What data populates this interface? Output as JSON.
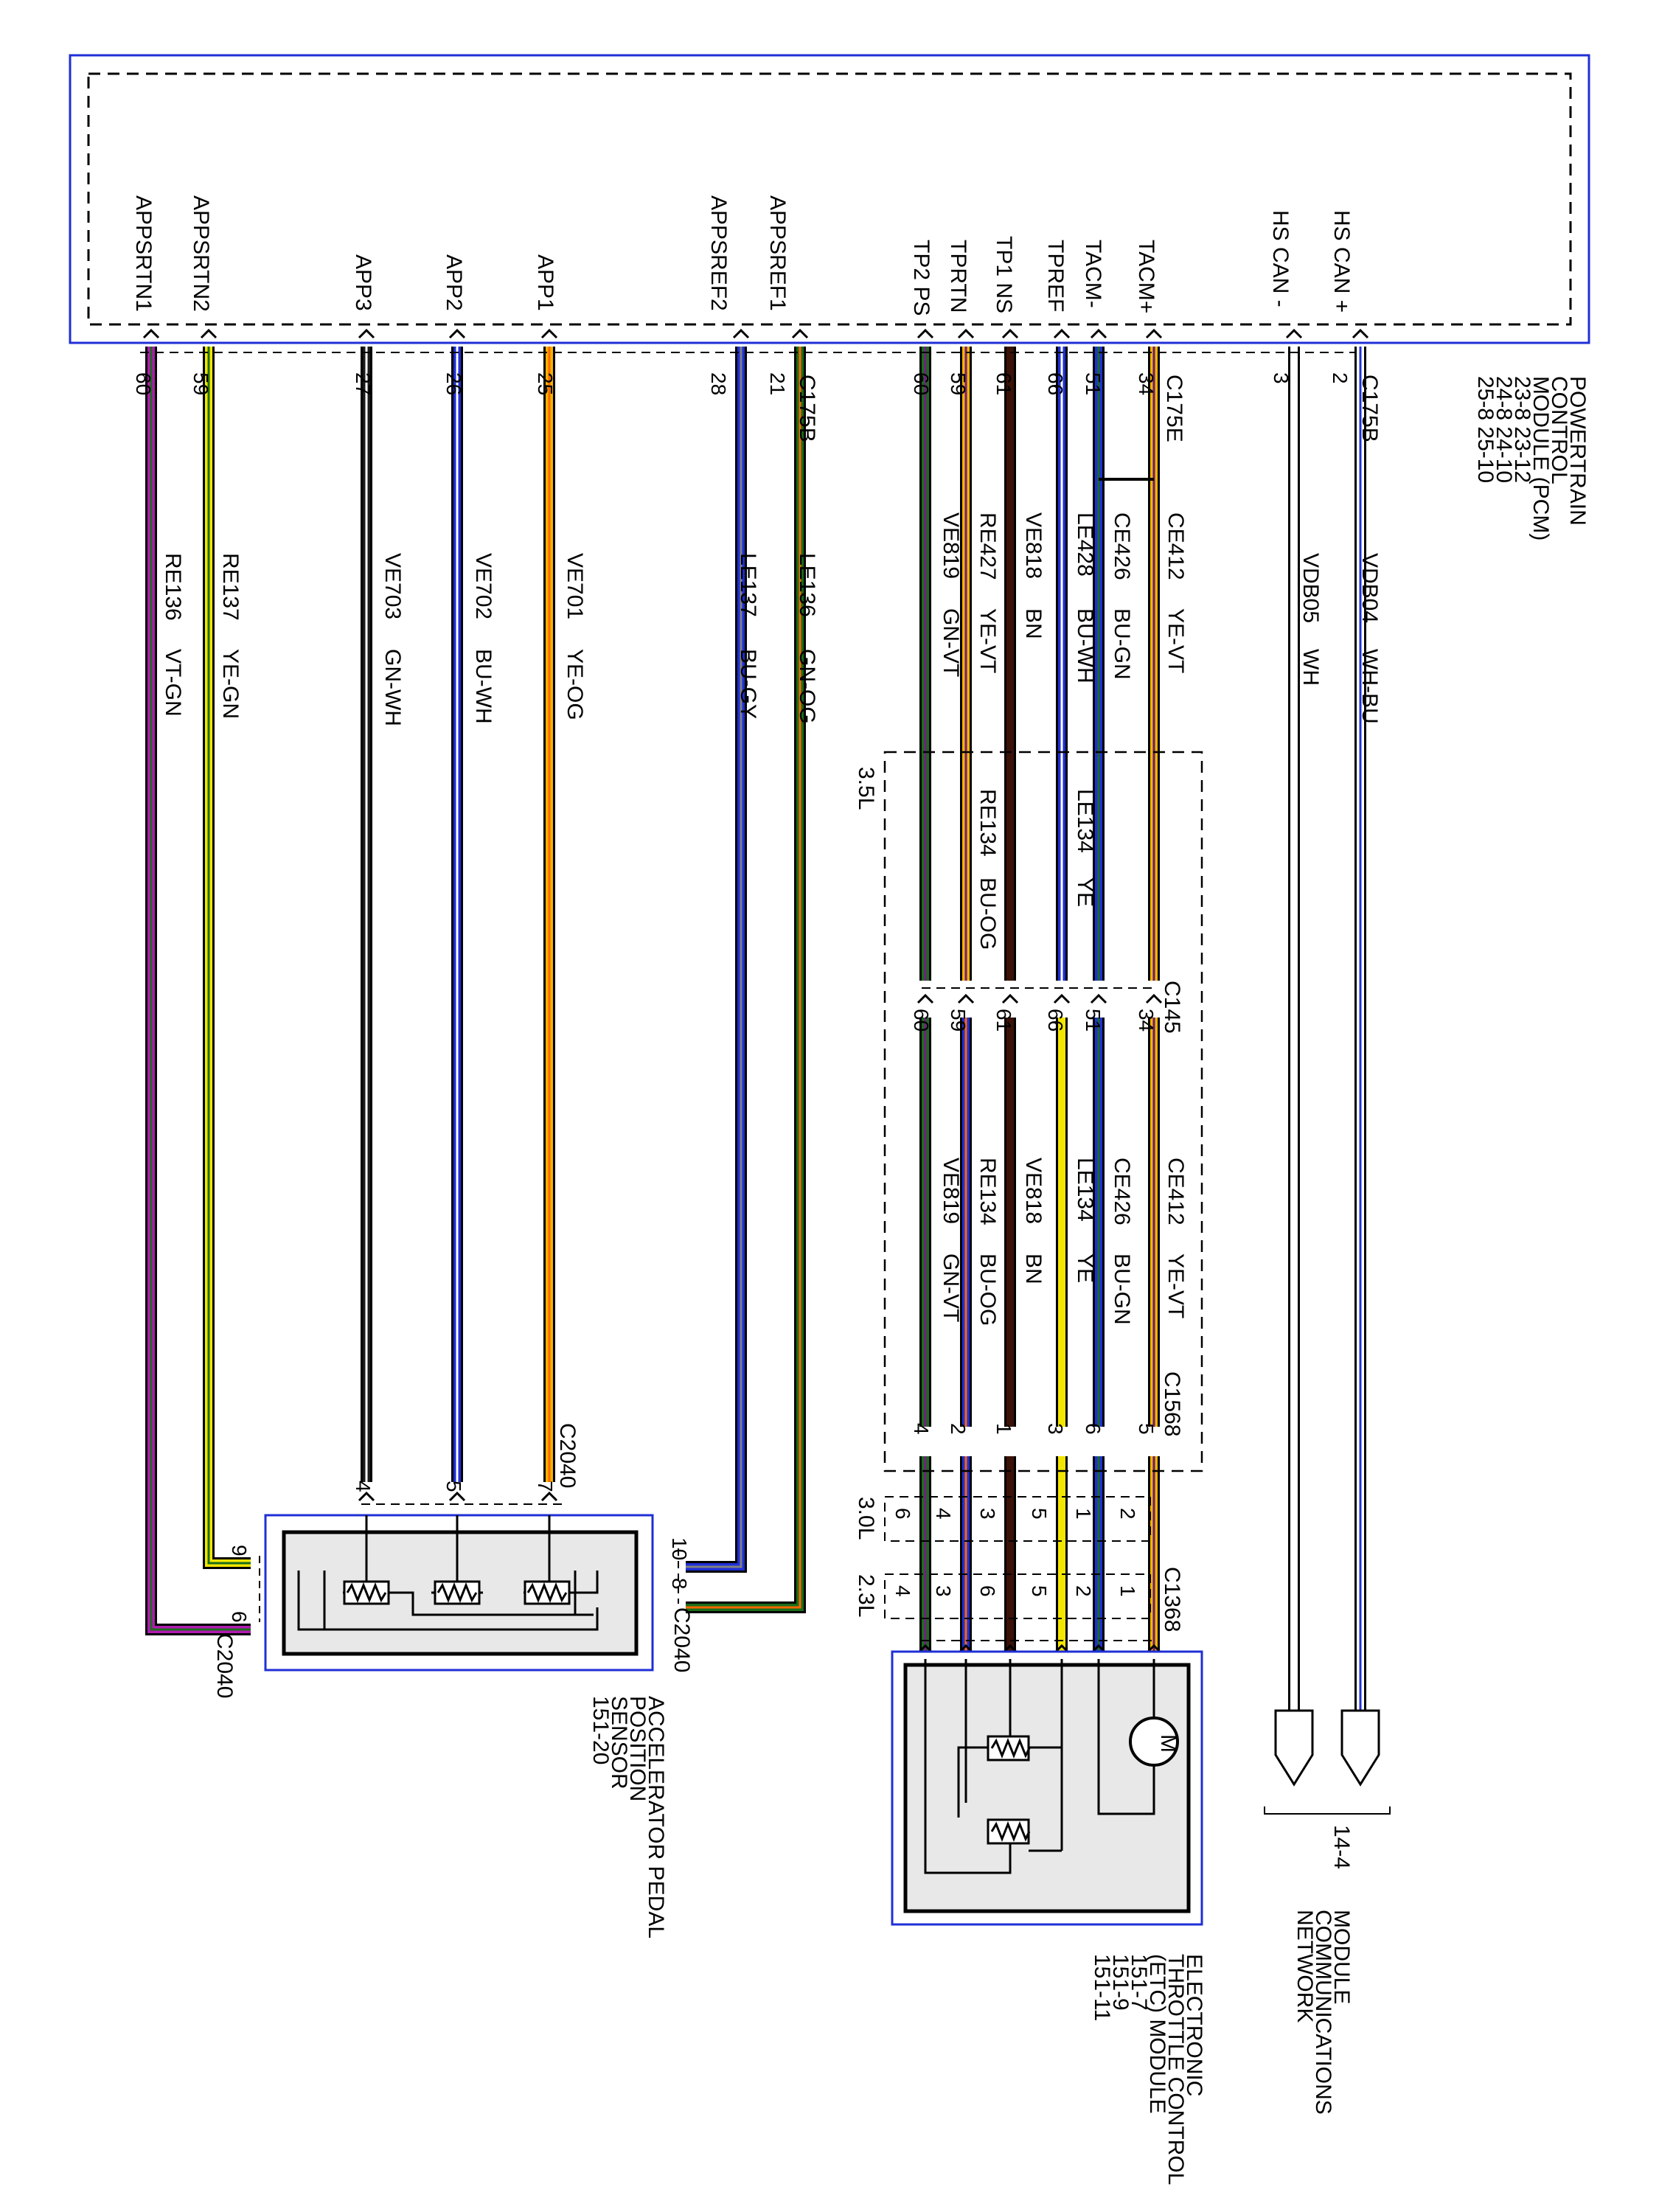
{
  "colors": {
    "frame": "#1f2fd6",
    "YE-VT": [
      "#f2b400",
      "#6a1a7a"
    ],
    "BU-GN": [
      "#1f2fd6",
      "#1a6d1a"
    ],
    "BU-WH": [
      "#1f2fd6",
      "#ffffff"
    ],
    "BN": [
      "#3a1208",
      "#3a1208"
    ],
    "YE-VT2": [
      "#f2b400",
      "#7a1a8a"
    ],
    "GN-VT": [
      "#1a6d1a",
      "#7a1a8a"
    ],
    "YE": [
      "#f2e600",
      "#f2e600"
    ],
    "BU-OG": [
      "#1f2fd6",
      "#ff6600"
    ],
    "WH": [
      "#ffffff",
      "#ffffff"
    ],
    "WH-BU": [
      "#ffffff",
      "#1f2fd6"
    ],
    "GN-OG": [
      "#1a6d1a",
      "#ff6600"
    ],
    "BU-GY": [
      "#1f2fd6",
      "#808080"
    ],
    "YE-OG": [
      "#f2b400",
      "#ff6600"
    ],
    "GN-WH": [
      "#1a1a1a",
      "#ffffff"
    ],
    "YE-GN": [
      "#f2e600",
      "#1a6d1a"
    ],
    "VT-GN": [
      "#b01ab0",
      "#1a6d1a"
    ]
  },
  "pcm": {
    "title_lines": [
      "POWERTRAIN",
      "CONTROL",
      "MODULE (PCM)"
    ],
    "pin_rows": [
      "23-8    23-12",
      "24-8    24-10",
      "25-8    25-10"
    ],
    "signals": [
      "HS CAN +",
      "HS CAN -",
      "TACM+",
      "TACM-",
      "TPREF",
      "TP1 NS",
      "TPRTN",
      "TP2 PS",
      "APPSREF1",
      "APPSREF2",
      "APP1",
      "APP2",
      "APP3",
      "APPSRTN2",
      "APPSRTN1"
    ]
  },
  "connectors": {
    "c175b_top": "C175B",
    "c175e": "C175E",
    "c175b_mid": "C175B",
    "c145": "C145",
    "c1568": "C1568",
    "c1368": "C1368",
    "c2040_top": "C2040",
    "c2040_right": "C2040",
    "c2040_bottom": "C2040"
  },
  "pcm_pins": [
    "2",
    "3",
    "34",
    "51",
    "66",
    "61",
    "59",
    "60",
    "21",
    "28",
    "25",
    "26",
    "27",
    "59",
    "60"
  ],
  "wires_upper": [
    {
      "code": "VDB04",
      "color": "WH-BU"
    },
    {
      "code": "VDB05",
      "color": "WH"
    },
    {
      "code": "CE412",
      "color": "YE-VT"
    },
    {
      "code": "CE426",
      "color": "BU-GN"
    },
    {
      "code": "LE428",
      "color": "BU-WH"
    },
    {
      "code": "VE818",
      "color": "BN"
    },
    {
      "code": "RE427",
      "color": "YE-VT"
    },
    {
      "code": "VE819",
      "color": "GN-VT"
    },
    {
      "code": "LE136",
      "color": "GN-OG"
    },
    {
      "code": "LE137",
      "color": "BU-GY"
    },
    {
      "code": "VE701",
      "color": "YE-OG"
    },
    {
      "code": "VE702",
      "color": "BU-WH"
    },
    {
      "code": "VE703",
      "color": "GN-WH"
    },
    {
      "code": "RE137",
      "color": "YE-GN"
    },
    {
      "code": "RE136",
      "color": "VT-GN"
    }
  ],
  "engine_35": {
    "label": "3.5L",
    "wire1": {
      "code": "LE134",
      "color": "YE"
    },
    "wire2": {
      "code": "RE134",
      "color": "BU-OG"
    }
  },
  "c145_pins": [
    "34",
    "51",
    "66",
    "61",
    "59",
    "60"
  ],
  "wires_lower": [
    {
      "code": "CE412",
      "color": "YE-VT"
    },
    {
      "code": "CE426",
      "color": "BU-GN"
    },
    {
      "code": "LE134",
      "color": "YE"
    },
    {
      "code": "VE818",
      "color": "BN"
    },
    {
      "code": "RE134",
      "color": "BU-OG"
    },
    {
      "code": "VE819",
      "color": "GN-VT"
    }
  ],
  "c1568_pins": [
    "5",
    "6",
    "3",
    "1",
    "2",
    "4"
  ],
  "engine_30": {
    "label": "3.0L",
    "pins": [
      "2",
      "1",
      "5",
      "3",
      "4",
      "6"
    ]
  },
  "engine_23": {
    "label": "2.3L",
    "pins": [
      "1",
      "2",
      "5",
      "6",
      "3",
      "4"
    ]
  },
  "app_pins": [
    "7",
    "5",
    "4"
  ],
  "app_side_pins": [
    "10",
    "8",
    "9",
    "6"
  ],
  "app_sensor": {
    "lines": [
      "ACCELERATOR PEDAL",
      "POSITION",
      "SENSOR",
      "151-20"
    ]
  },
  "etc_module": {
    "lines": [
      "ELECTRONIC",
      "THROTTLE CONTROL",
      "(ETC) MODULE",
      "151-7",
      "151-9",
      "151-11"
    ]
  },
  "network": {
    "ref": "14-4",
    "lines": [
      "MODULE",
      "COMMUNICATIONS",
      "NETWORK"
    ]
  },
  "motor_label": "M"
}
